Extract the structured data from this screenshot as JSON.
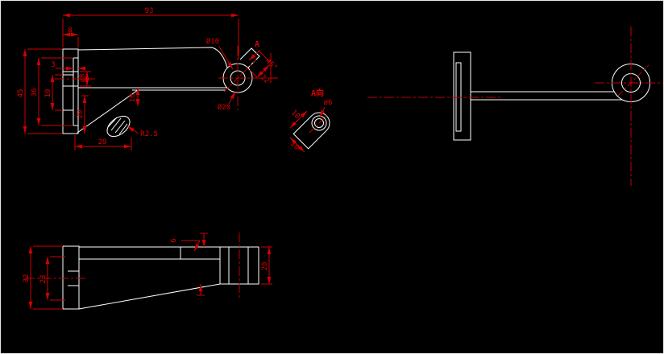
{
  "app": {
    "type": "cad-drawing-viewport",
    "background_color": "#000000",
    "outline_color": "#ffffff",
    "dimension_color": "#d40000"
  },
  "main_view": {
    "dim_93": "93",
    "dim_8": "8",
    "dim_3": "3",
    "dim_45": "45",
    "dim_36": "36",
    "dim_19": "19",
    "dim_dia8": "ø8",
    "dim_10": "10",
    "dim_20": "20",
    "dim_29": "29",
    "dim_r25": "R2.5",
    "dim_dia10": "Ø10",
    "dim_dia20": "Ø20",
    "label_a": "A",
    "dim_45deg": "45°",
    "dim_12": "12"
  },
  "detail_view": {
    "label": "A向",
    "dim_dia6": "ø6",
    "dim_10_side1": "10",
    "dim_10_side2": "10"
  },
  "bottom_view": {
    "dim_32": "32",
    "dim_23": "23",
    "dim_6": "6",
    "dim_20": "20"
  }
}
